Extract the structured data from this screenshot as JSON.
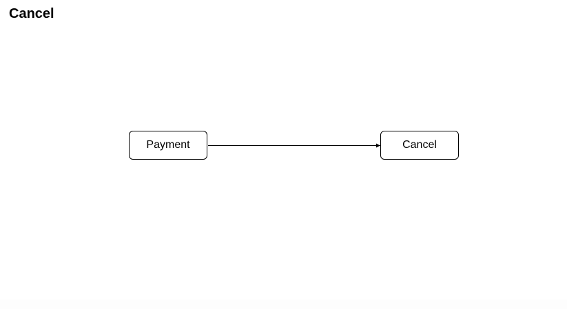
{
  "title": "Cancel",
  "nodes": [
    {
      "id": "payment",
      "label": "Payment"
    },
    {
      "id": "cancel",
      "label": "Cancel"
    }
  ],
  "edges": [
    {
      "from": "payment",
      "to": "cancel"
    }
  ]
}
